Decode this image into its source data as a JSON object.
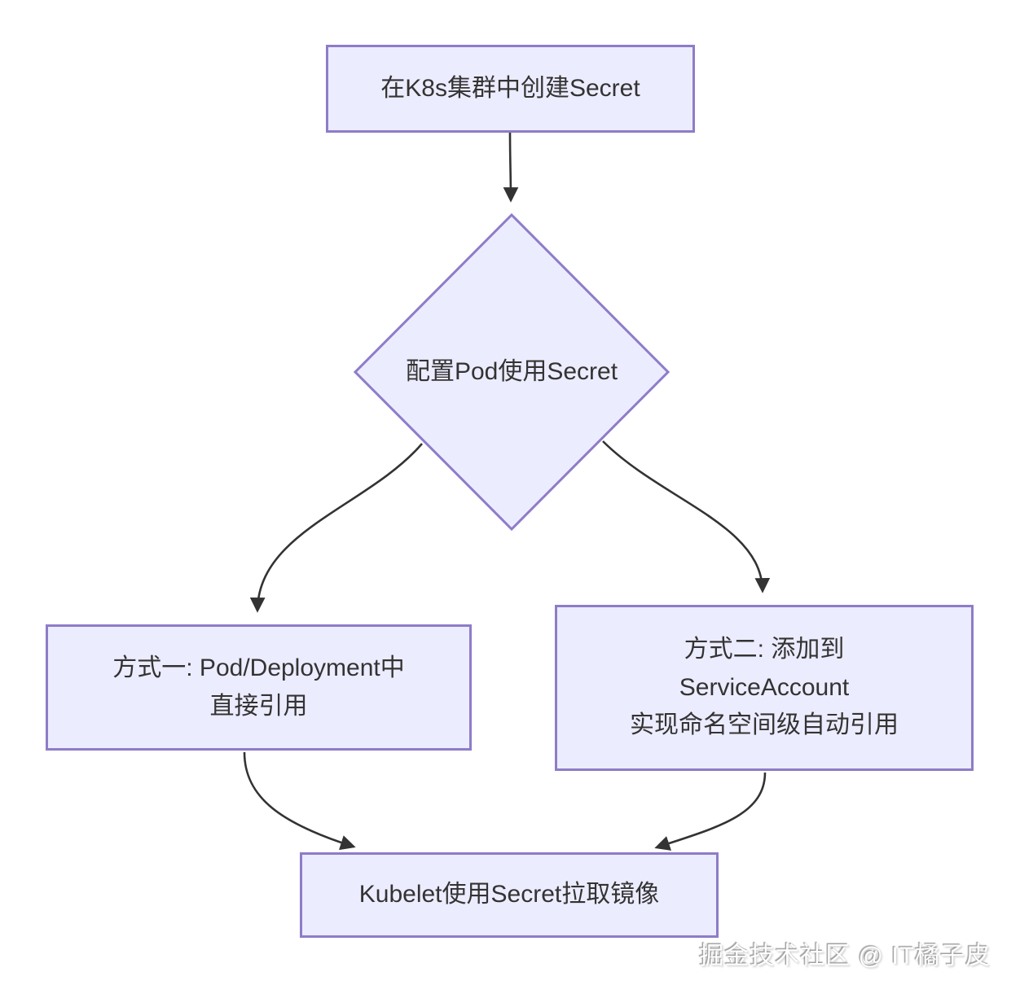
{
  "diagram": {
    "nodes": {
      "create_secret": {
        "label": "在K8s集群中创建Secret",
        "shape": "rect"
      },
      "configure_pod": {
        "label": "配置Pod使用Secret",
        "shape": "diamond"
      },
      "method_one": {
        "label": "方式一: Pod/Deployment中\n直接引用",
        "shape": "rect"
      },
      "method_two": {
        "label": "方式二: 添加到\nServiceAccount\n实现命名空间级自动引用",
        "shape": "rect"
      },
      "kubelet_pull": {
        "label": "Kubelet使用Secret拉取镜像",
        "shape": "rect"
      }
    },
    "edges": [
      {
        "from": "create_secret",
        "to": "configure_pod"
      },
      {
        "from": "configure_pod",
        "to": "method_one"
      },
      {
        "from": "configure_pod",
        "to": "method_two"
      },
      {
        "from": "method_one",
        "to": "kubelet_pull"
      },
      {
        "from": "method_two",
        "to": "kubelet_pull"
      }
    ],
    "watermark": "掘金技术社区 @ IT橘子皮"
  },
  "colors": {
    "node-fill": "#ECECFF",
    "node-border": "#8E7CC8",
    "edge": "#333333",
    "text": "#333333",
    "background": "#ffffff"
  }
}
